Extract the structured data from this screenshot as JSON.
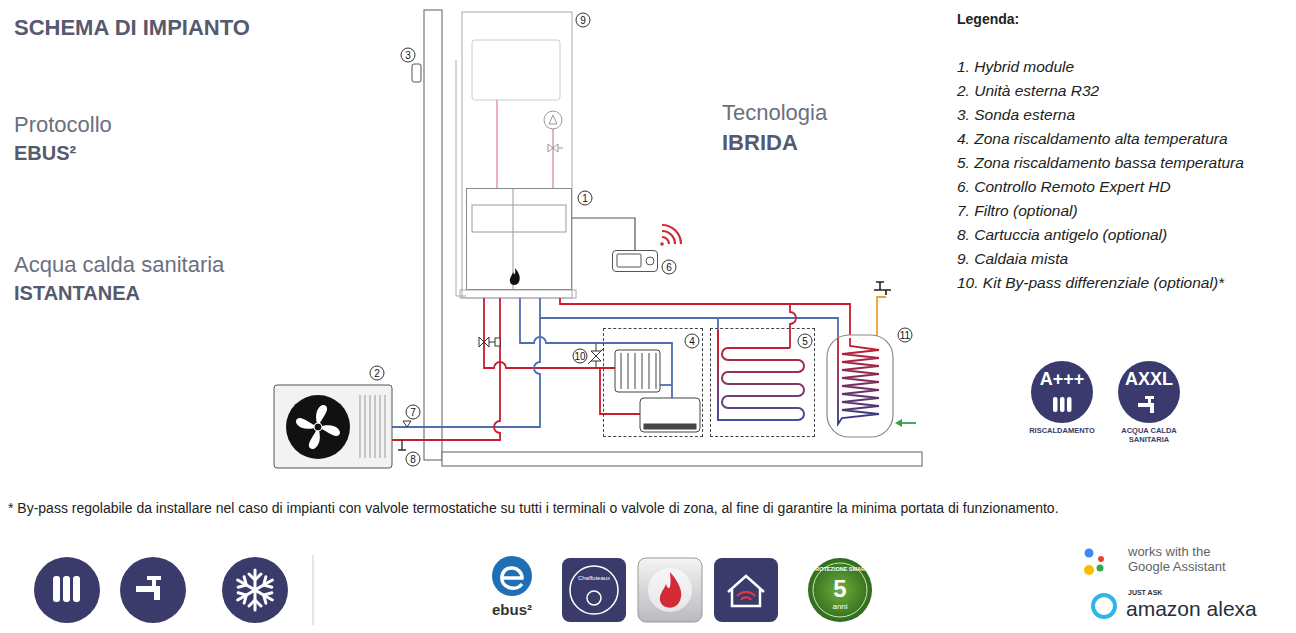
{
  "diagram": {
    "title": "SCHEMA DI IMPIANTO",
    "nodes": [
      {
        "text": [
          "1"
        ]
      },
      {
        "text": [
          "6"
        ]
      },
      {
        "text": [
          "4"
        ]
      },
      {
        "text": [
          "5"
        ]
      },
      {
        "text": [
          "A+++",
          "RISCALDAMENTO"
        ]
      },
      {
        "text": [
          "AXXL",
          "ACQUA CALDA SANITARIA"
        ]
      }
    ],
    "edges": [
      {
        "from": 0,
        "to": 1,
        "arrow": "none"
      }
    ],
    "labels": [
      "Protocollo",
      "EBUS²",
      "Acqua calda sanitaria",
      "ISTANTANEA",
      "Tecnologia",
      "IBRIDA",
      "Legenda:",
      "2",
      "3",
      "7",
      "8",
      "9",
      "10",
      "11",
      "* By-pass regolabile da installare nel caso di impianti con valvole termostatiche su tutti i terminali o valvole di zona, al fine di garantire la minima portata di funzionamento.",
      "ebus²",
      "Chaffoteaux",
      "PROTEZIONE SMART",
      "5",
      "anni",
      "works with the Google Assistant",
      "JUST ASK",
      "amazon alexa"
    ],
    "legend": [
      {
        "text": "1. Hybrid module"
      },
      {
        "text": "2. Unità esterna R32"
      },
      {
        "text": "3. Sonda esterna"
      },
      {
        "text": "4. Zona riscaldamento alta temperatura"
      },
      {
        "text": "5. Zona riscaldamento bassa temperatura"
      },
      {
        "text": "6. Controllo Remoto Expert HD"
      },
      {
        "text": "7. Filtro (optional)"
      },
      {
        "text": "8. Cartuccia antigelo (optional)"
      },
      {
        "text": "9. Caldaia mista"
      },
      {
        "text": "10. Kit By-pass differenziale (optional)*"
      }
    ]
  }
}
